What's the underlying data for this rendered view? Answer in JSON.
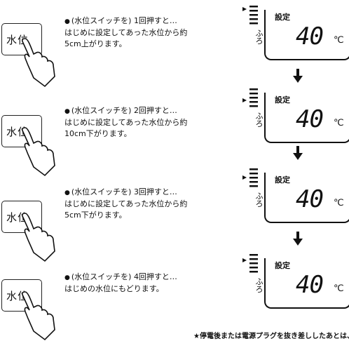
{
  "button_label": "水位",
  "display": {
    "side_label": "ふろ",
    "setting_label": "設定",
    "temperature": "40",
    "unit": "℃"
  },
  "steps": [
    {
      "line1": "(水位スイッチを) 1回押すと…",
      "line2": "はじめに設定してあった水位から約",
      "line3": "5cm上がります。"
    },
    {
      "line1": "(水位スイッチを) 2回押すと…",
      "line2": "はじめに設定してあった水位から約",
      "line3": "10cm下がります。"
    },
    {
      "line1": "(水位スイッチを) 3回押すと…",
      "line2": "はじめに設定してあった水位から約",
      "line3": "5cm下がります。"
    },
    {
      "line1": "(水位スイッチを) 4回押すと…",
      "line2": "はじめの水位にもどります。",
      "line3": ""
    }
  ],
  "footnote": "★停電後または電源プラグを抜き差ししたあとは、",
  "colors": {
    "ink": "#111111",
    "background": "#ffffff"
  }
}
